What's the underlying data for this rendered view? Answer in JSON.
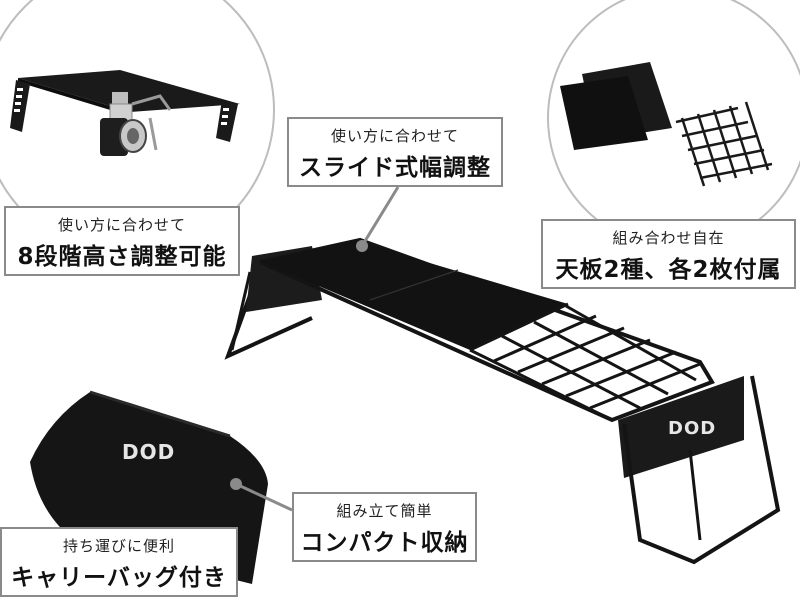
{
  "brand": {
    "logo": "DOD"
  },
  "features": {
    "height_adjust": {
      "small": "使い方に合わせて",
      "big": "8段階高さ調整可能"
    },
    "slide_width": {
      "small": "使い方に合わせて",
      "big": "スライド式幅調整"
    },
    "combination": {
      "small": "組み合わせ自在",
      "big": "天板2種、各2枚付属"
    },
    "compact": {
      "small": "組み立て簡単",
      "big": "コンパクト収納"
    },
    "carry_bag": {
      "small": "持ち運びに便利",
      "big": "キャリーバッグ付き"
    }
  },
  "colors": {
    "product": "#141414",
    "callout_border": "#8a8a8a",
    "pointer": "#8a8a8a",
    "circle_border": "#bdbdbd"
  }
}
